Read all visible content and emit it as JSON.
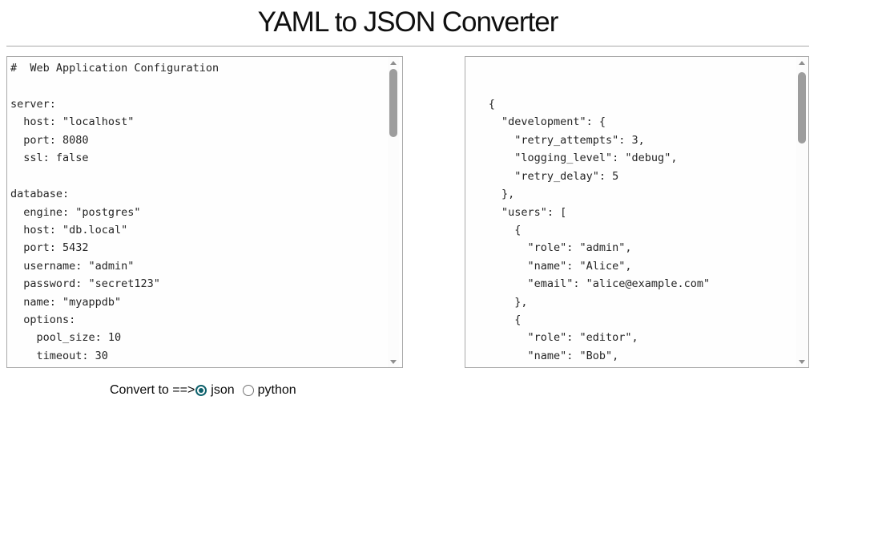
{
  "title": "YAML to JSON Converter",
  "yaml_input": {
    "content": "#  Web Application Configuration\n\nserver:\n  host: \"localhost\"\n  port: 8080\n  ssl: false\n\ndatabase:\n  engine: \"postgres\"\n  host: \"db.local\"\n  port: 5432\n  username: \"admin\"\n  password: \"secret123\"\n  name: \"myappdb\"\n  options:\n    pool_size: 10\n    timeout: 30"
  },
  "json_output": {
    "content": "\n\n   {\n     \"development\": {\n       \"retry_attempts\": 3,\n       \"logging_level\": \"debug\",\n       \"retry_delay\": 5\n     },\n     \"users\": [\n       {\n         \"role\": \"admin\",\n         \"name\": \"Alice\",\n         \"email\": \"alice@example.com\"\n       },\n       {\n         \"role\": \"editor\",\n         \"name\": \"Bob\","
  },
  "controls": {
    "convert_label": "Convert to ==>",
    "options": [
      {
        "label": "json",
        "selected": true
      },
      {
        "label": "python",
        "selected": false
      }
    ]
  },
  "colors": {
    "accent": "#0e616c",
    "scrollbar_thumb": "#9d9d9d",
    "textarea_border": "#a9a9a9",
    "divider": "#a9a9a9"
  }
}
